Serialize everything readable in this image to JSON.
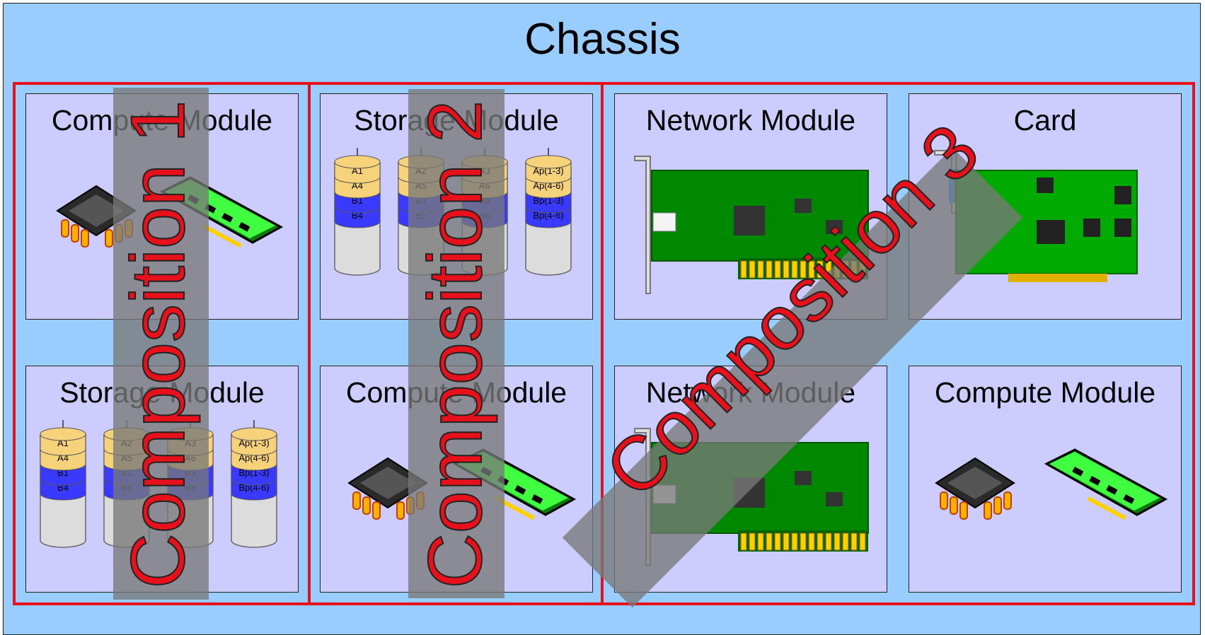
{
  "chassis": {
    "title": "Chassis"
  },
  "modules": {
    "m1": {
      "title": "Compute Module"
    },
    "m2": {
      "title": "Storage Module"
    },
    "m3": {
      "title": "Storage Module"
    },
    "m4": {
      "title": "Compute Module"
    },
    "m5": {
      "title": "Network Module"
    },
    "m6": {
      "title": "Card"
    },
    "m7": {
      "title": "Network Module"
    },
    "m8": {
      "title": "Compute Module"
    }
  },
  "compositions": {
    "c1": {
      "label": "Composition 1"
    },
    "c2": {
      "label": "Composition 2"
    },
    "c3": {
      "label": "Composition 3"
    }
  },
  "disk_labels": {
    "d1": [
      "A1",
      "A4",
      "B1",
      "B4"
    ],
    "d2": [
      "A2",
      "A5",
      "B2",
      "B5"
    ],
    "d3": [
      "A3",
      "A6",
      "B3",
      "B6"
    ],
    "parity": [
      "Ap(1-3)",
      "Ap(4-6)",
      "Bp(1-3)",
      "Bp(4-6)"
    ]
  },
  "colors": {
    "chassis_bg": "#99ccff",
    "module_bg": "#ccccff",
    "composition_frame": "#e8101a",
    "composition_label": "#e8101a",
    "disk_a": "#f6d27a",
    "disk_b": "#3a3aff",
    "pcb": "#0a8a1a"
  },
  "icons": [
    "cpu-chip-icon",
    "ram-stick-icon",
    "raid-disk-icon",
    "network-card-icon",
    "expansion-card-icon"
  ]
}
